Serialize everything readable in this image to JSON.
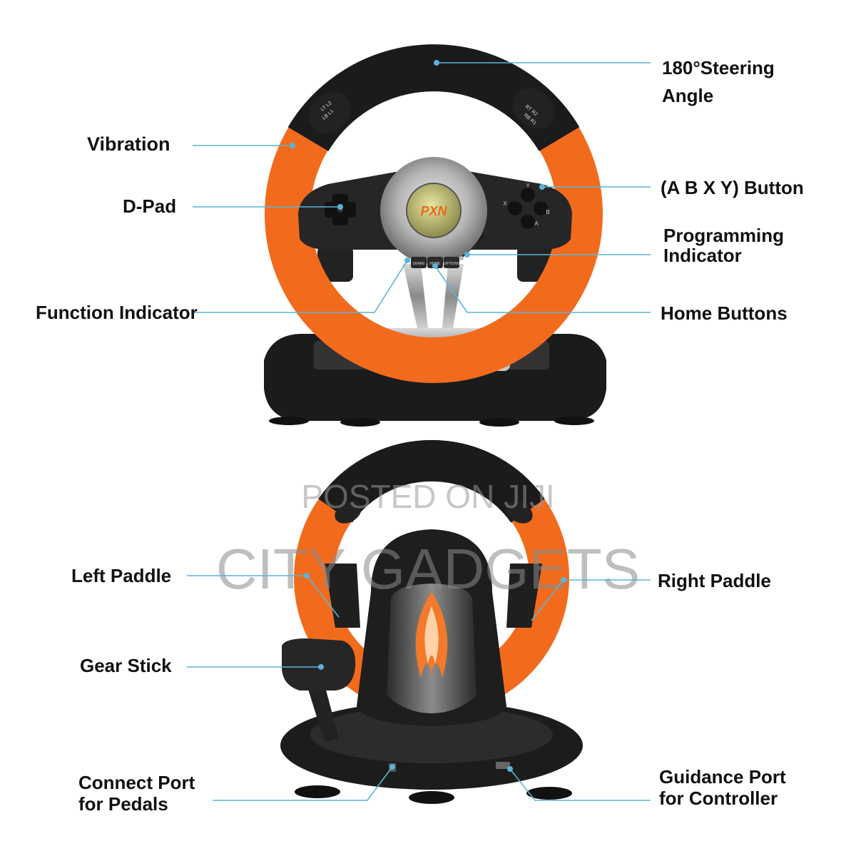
{
  "labels": {
    "steering_angle": "180°Steering\nAngle",
    "vibration": "Vibration",
    "abxy": "(A B X Y) Button",
    "dpad": "D-Pad",
    "programming": "Programming\nIndicator",
    "function": "Function Indicator",
    "home": "Home Buttons",
    "left_paddle": "Left Paddle",
    "right_paddle": "Right Paddle",
    "gear_stick": "Gear Stick",
    "connect_port": "Connect Port\nfor Pedals",
    "guidance_port": "Guidance Port\nfor Controller"
  },
  "wheel": {
    "logo": "PXN",
    "center_buttons": [
      "SHARE",
      "HOME",
      "OPTIONS"
    ],
    "face_buttons": [
      "Y",
      "X",
      "B",
      "A"
    ],
    "left_shoulder": [
      "LT L2",
      "LB L1"
    ],
    "right_shoulder": [
      "RT R2",
      "RB R1"
    ]
  },
  "watermark": {
    "line1": "POSTED ON JIJI",
    "line2": "CITY GADGETS"
  },
  "colors": {
    "orange": "#f26b1d",
    "black": "#1a1a1a",
    "callout": "#5ab4d8"
  }
}
